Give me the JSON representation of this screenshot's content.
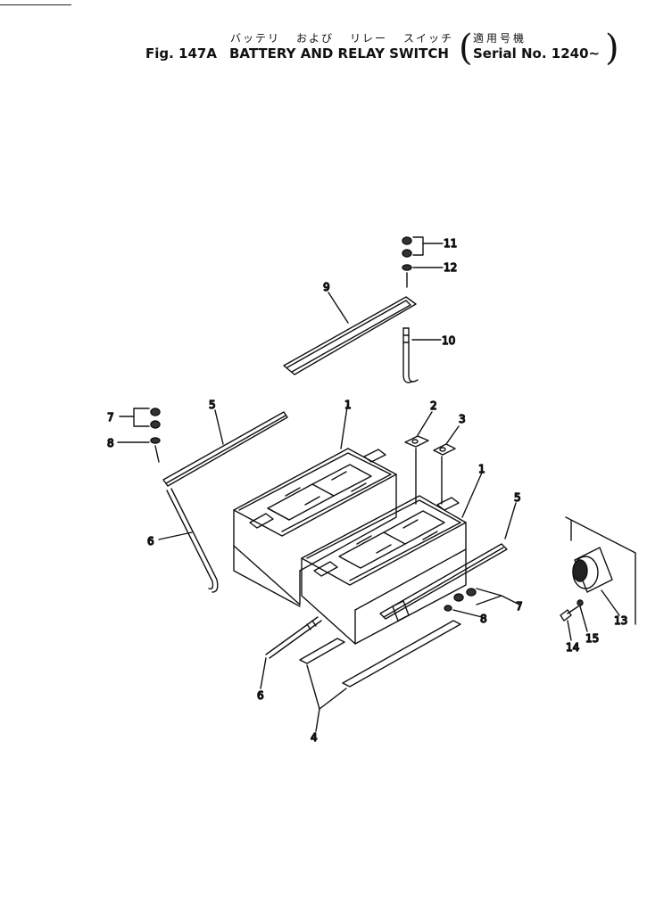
{
  "header": {
    "title_jp": [
      "バッテリ",
      "および",
      "リレー",
      "スイッチ"
    ],
    "fig_label": "Fig. 147A",
    "title_en": "BATTERY AND RELAY SWITCH",
    "serial_jp": "適用号機",
    "serial": "Serial No. 1240~"
  },
  "callouts": {
    "c1a": "1",
    "c1b": "1",
    "c2": "2",
    "c3": "3",
    "c4": "4",
    "c5a": "5",
    "c5b": "5",
    "c6a": "6",
    "c6b": "6",
    "c7a": "7",
    "c7b": "7",
    "c8a": "8",
    "c8b": "8",
    "c9": "9",
    "c10": "10",
    "c11": "11",
    "c12": "12",
    "c13": "13",
    "c14": "14",
    "c15": "15"
  }
}
